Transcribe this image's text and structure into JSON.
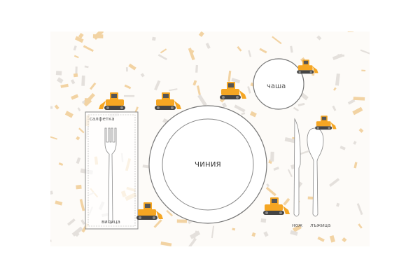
{
  "labels": {
    "napkin": "салфетка",
    "fork": "вилица",
    "plate": "чиния",
    "cup": "чаша",
    "knife": "нож",
    "spoon": "лъжица"
  },
  "colors": {
    "vehicle": "#f5a623",
    "outline": "#777777",
    "pattern": "#f3d9b0"
  }
}
